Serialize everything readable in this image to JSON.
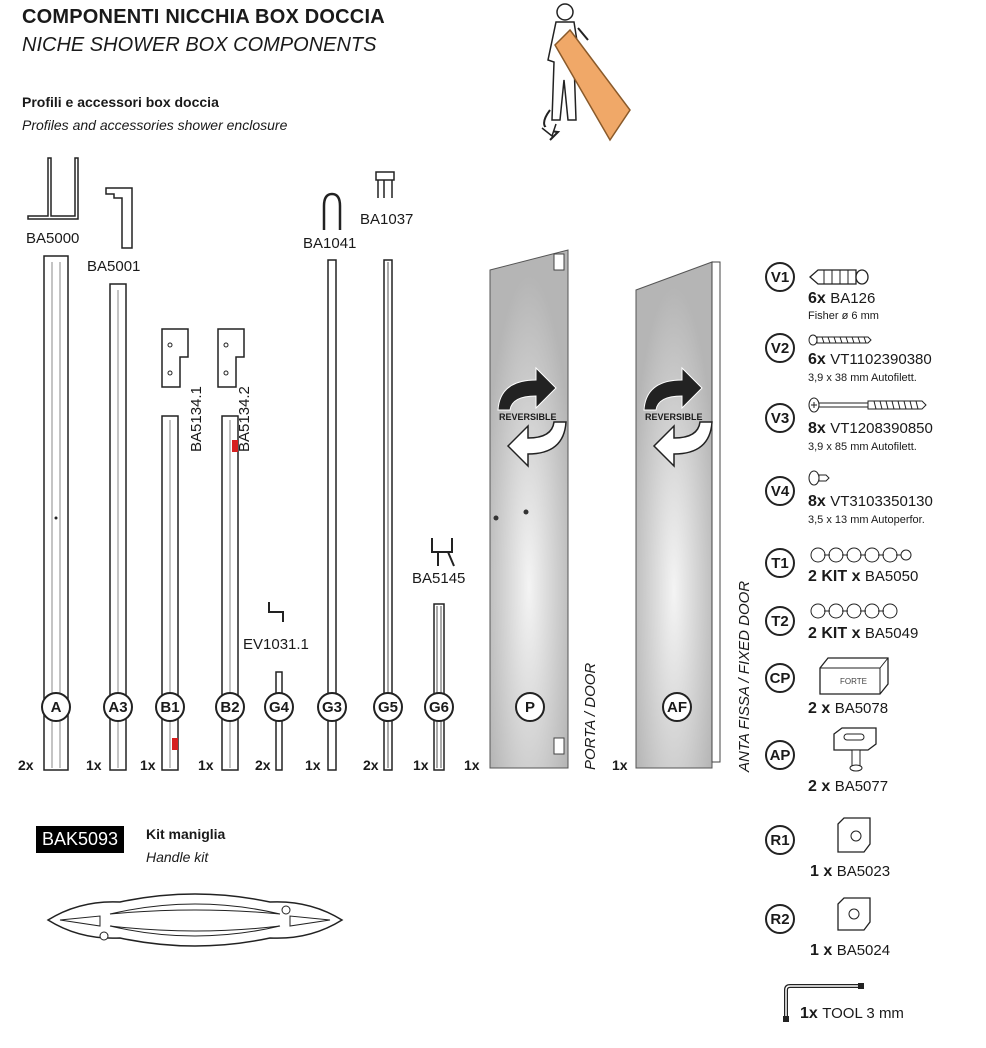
{
  "header": {
    "title_it": "COMPONENTI NICCHIA BOX DOCCIA",
    "title_en": "NICHE SHOWER BOX COMPONENTS"
  },
  "section": {
    "title_it": "Profili e accessori box doccia",
    "subtitle_en": "Profiles and accessories shower enclosure"
  },
  "profile_codes": {
    "ba5000": "BA5000",
    "ba5001": "BA5001",
    "ba5134_1": "BA5134.1",
    "ba5134_2": "BA5134.2",
    "ev1031": "EV1031.1",
    "ba1041": "BA1041",
    "ba1037": "BA1037",
    "ba5145": "BA5145"
  },
  "parts": [
    {
      "id": "A",
      "qty": "2x"
    },
    {
      "id": "A3",
      "qty": "1x"
    },
    {
      "id": "B1",
      "qty": "1x"
    },
    {
      "id": "B2",
      "qty": "1x"
    },
    {
      "id": "G4",
      "qty": "2x"
    },
    {
      "id": "G3",
      "qty": "1x"
    },
    {
      "id": "G5",
      "qty": "2x"
    },
    {
      "id": "G6",
      "qty": "1x"
    },
    {
      "id": "P",
      "qty": "1x"
    },
    {
      "id": "AF",
      "qty": "1x"
    }
  ],
  "panels": {
    "reversible": "REVERSIBLE",
    "door_label": "PORTA / DOOR",
    "fixed_label": "ANTA FISSA / FIXED DOOR"
  },
  "accessories": [
    {
      "id": "V1",
      "qty": "6x",
      "code": "BA126",
      "desc": "Fisher ø 6 mm"
    },
    {
      "id": "V2",
      "qty": "6x",
      "code": "VT1102390380",
      "desc": "3,9 x 38 mm Autofilett."
    },
    {
      "id": "V3",
      "qty": "8x",
      "code": "VT1208390850",
      "desc": "3,9 x 85 mm Autofilett."
    },
    {
      "id": "V4",
      "qty": "8x",
      "code": "VT3103350130",
      "desc": "3,5 x 13 mm Autoperfor."
    },
    {
      "id": "T1",
      "qty": "2 KIT x",
      "code": "BA5050",
      "desc": ""
    },
    {
      "id": "T2",
      "qty": "2 KIT x",
      "code": "BA5049",
      "desc": ""
    },
    {
      "id": "CP",
      "qty": "2 x",
      "code": "BA5078",
      "desc": ""
    },
    {
      "id": "AP",
      "qty": "2 x",
      "code": "BA5077",
      "desc": ""
    },
    {
      "id": "R1",
      "qty": "1 x",
      "code": "BA5023",
      "desc": ""
    },
    {
      "id": "R2",
      "qty": "1 x",
      "code": "BA5024",
      "desc": ""
    }
  ],
  "tool": {
    "qty": "1x",
    "code": "TOOL 3 mm"
  },
  "kit": {
    "code": "BAK5093",
    "title_it": "Kit maniglia",
    "title_en": "Handle kit"
  },
  "colors": {
    "accent_red": "#d62020",
    "panel_orange": "#f0a868",
    "glass": "#c9c9c9"
  },
  "logo_text": "FORTE"
}
